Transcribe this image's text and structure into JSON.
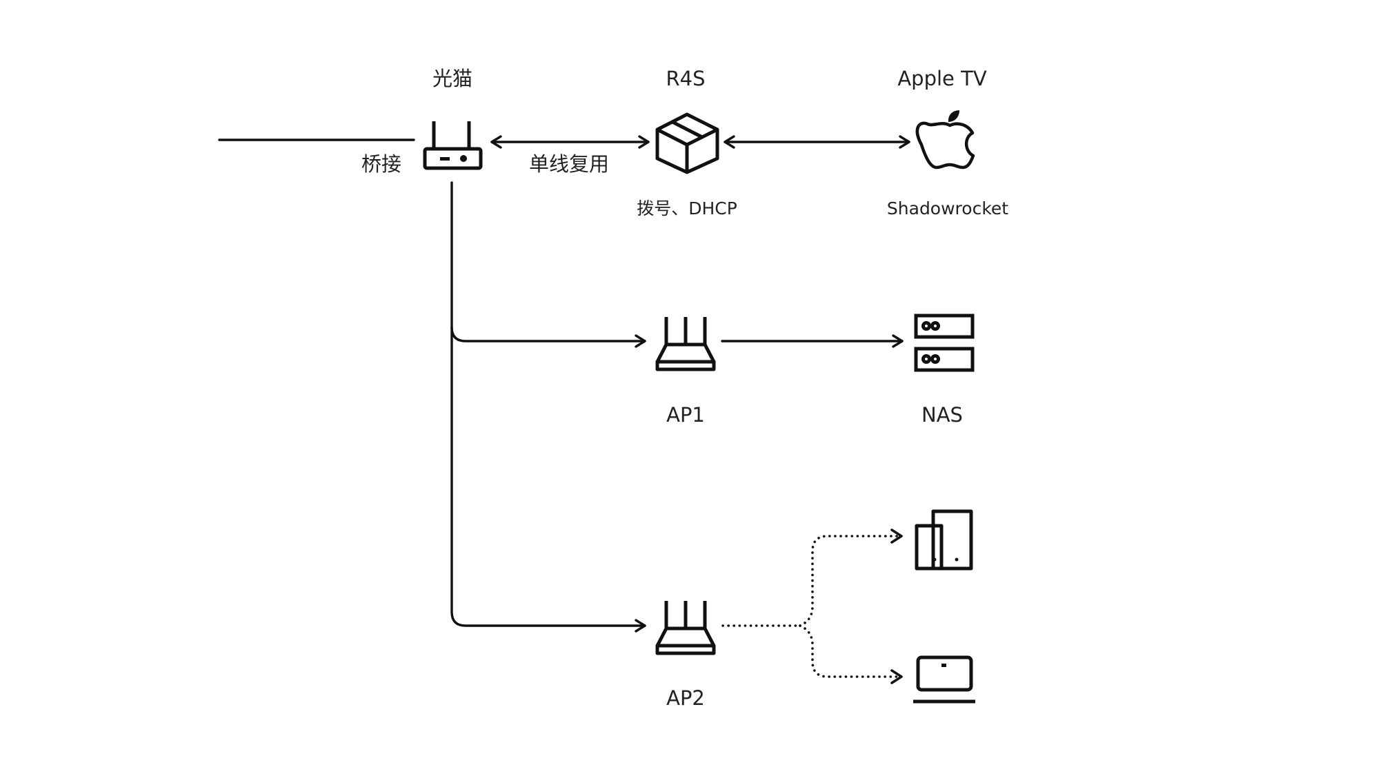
{
  "diagram": {
    "labels": {
      "modem": "光猫",
      "bridge": "桥接",
      "single_wire": "单线复用",
      "r4s": "R4S",
      "r4s_role": "拨号、DHCP",
      "apple_tv": "Apple TV",
      "apple_tv_app": "Shadowrocket",
      "ap1": "AP1",
      "nas": "NAS",
      "ap2": "AP2"
    },
    "icons": {
      "modem": "router-icon",
      "r4s": "box-icon",
      "apple_tv": "apple-icon",
      "ap1": "wifi-router-icon",
      "nas": "server-icon",
      "ap2": "wifi-router-icon",
      "phone": "tablet-phone-icon",
      "laptop": "laptop-icon"
    },
    "colors": {
      "stroke": "#111111",
      "text": "#222222",
      "background": "#ffffff"
    }
  }
}
